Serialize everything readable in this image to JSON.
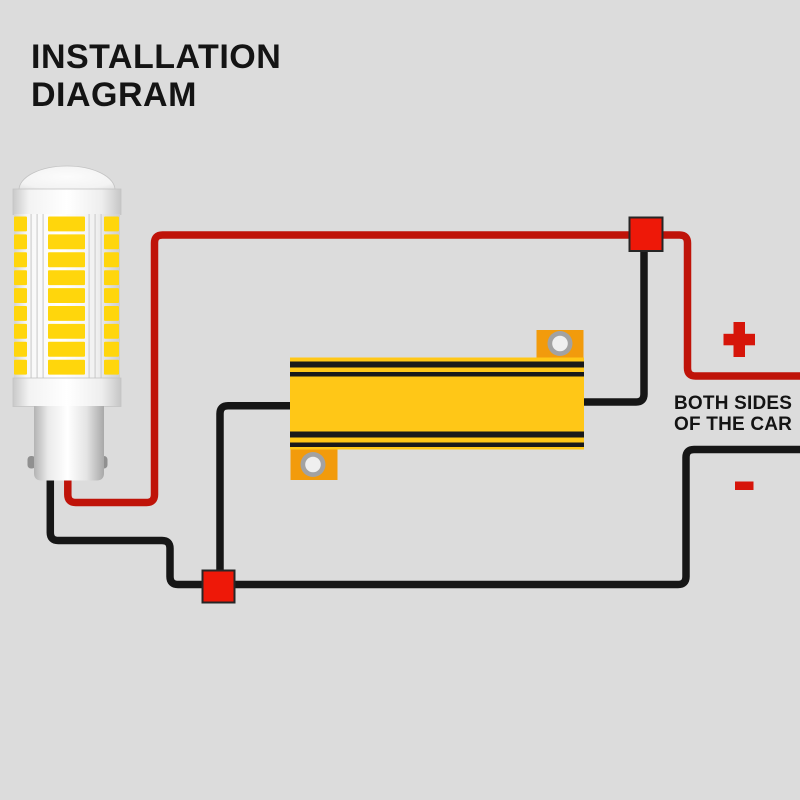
{
  "title": {
    "line1": "INSTALLATION",
    "line2": "DIAGRAM"
  },
  "wiring_label": {
    "line1": "BOTH SIDES",
    "line2": "OF THE CAR"
  },
  "symbols": {
    "positive": "+",
    "negative": "-"
  },
  "components": {
    "bulb": "led-bulb",
    "resistor": "load-resistor",
    "connector_top": "splice-connector-positive",
    "connector_bottom": "splice-connector-negative"
  },
  "colors": {
    "bg": "#dcdcdc",
    "ink": "#141414",
    "wire_red": "#bf1309",
    "wire_black": "#161616",
    "connector_red": "#ee1808",
    "connector_border": "#262626",
    "resistor_gold": "#ffc717",
    "resistor_stripe": "#191919",
    "resistor_tab": "#f29b0c",
    "symbol_red": "#d6150a",
    "led_chip": "#ffd60c"
  }
}
